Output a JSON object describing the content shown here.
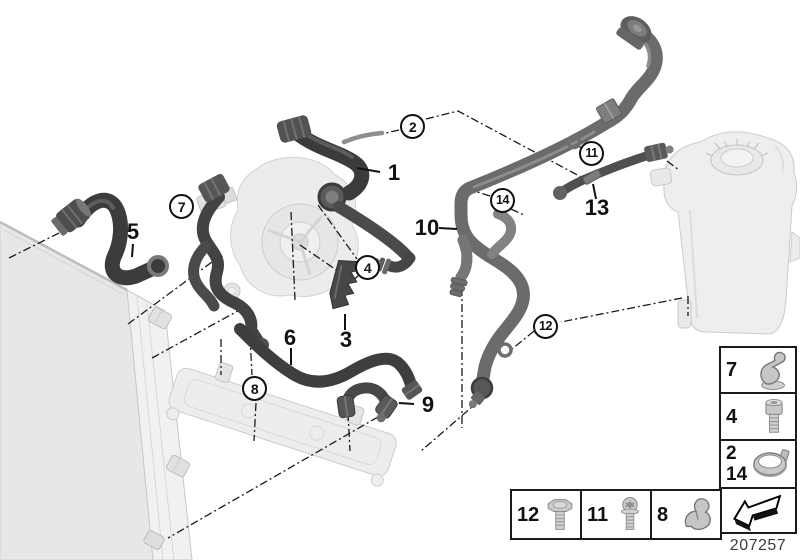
{
  "diagram_number": "207257",
  "callouts": {
    "plain": {
      "1": "1",
      "3": "3",
      "5": "5",
      "6": "6",
      "9": "9",
      "10": "10",
      "13": "13"
    },
    "circled": {
      "2": "2",
      "4": "4",
      "7": "7",
      "8": "8",
      "11": "11",
      "12": "12",
      "14": "14"
    }
  },
  "legend": {
    "side": [
      {
        "num1": "7",
        "icon": "spring-clip"
      },
      {
        "num1": "4",
        "icon": "socket-head-bolt"
      },
      {
        "num1": "2",
        "num2": "14",
        "icon": "hose-clamp"
      },
      {
        "icon": "direction-arrow"
      }
    ],
    "bottom": [
      {
        "num1": "12",
        "icon": "hex-flange-bolt"
      },
      {
        "num1": "11",
        "icon": "torx-flange-bolt"
      },
      {
        "num1": "8",
        "icon": "retaining-clip"
      }
    ]
  },
  "colors": {
    "hose_dark": "#3d3d3d",
    "hose_medium": "#6b6b6b",
    "ghost_fill": "#ebebeb",
    "ghost_stroke": "#c8c8c8",
    "callout_line": "#111111"
  }
}
